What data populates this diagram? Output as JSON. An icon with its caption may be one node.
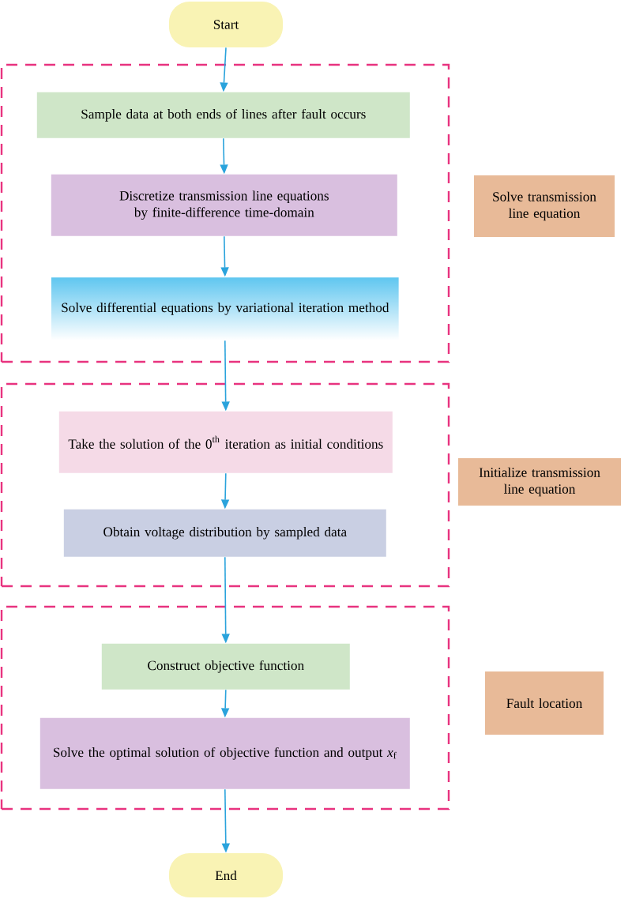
{
  "diagram": {
    "nodes": [
      {
        "text": [
          "Start"
        ]
      },
      {
        "text": [],
        "shape": "box"
      },
      {
        "text": [
          "Sample data at both ends of lines after fault occurs"
        ],
        "in": 1
      },
      {
        "text": [
          "Discretize transmission line equations by finite-difference time-domain"
        ],
        "in": 1
      },
      {
        "text": [
          "Solve differential equations by variational iteration method"
        ],
        "in": 1
      },
      {
        "text": [
          "Solve transmission line equation"
        ]
      },
      {
        "text": [],
        "shape": "box"
      },
      {
        "text": [
          "Take the solution of the 0$^{th}$ iteration as initial conditions"
        ],
        "in": 6
      },
      {
        "text": [
          "Obtain voltage distribution by sampled data"
        ],
        "in": 6
      },
      {
        "text": [
          "Initialize transmission line equation"
        ]
      },
      {
        "text": [],
        "shape": "box"
      },
      {
        "text": [
          "Construct objective function"
        ],
        "in": 10
      },
      {
        "text": [
          "Solve the optimal solution of objective function and output *x*$_{f}$"
        ],
        "in": 10
      },
      {
        "text": [
          "Fault location"
        ]
      },
      {
        "text": [
          "End"
        ]
      }
    ],
    "edges": [
      {
        "from": 0,
        "to": 2,
        "arrow": "to"
      },
      {
        "from": 2,
        "to": 3,
        "arrow": "to"
      },
      {
        "from": 3,
        "to": 4,
        "arrow": "to"
      },
      {
        "from": 4,
        "to": 7,
        "arrow": "to"
      },
      {
        "from": 7,
        "to": 8,
        "arrow": "to"
      },
      {
        "from": 8,
        "to": 11,
        "arrow": "to"
      },
      {
        "from": 11,
        "to": 12,
        "arrow": "to"
      },
      {
        "from": 12,
        "to": 14,
        "arrow": "to"
      }
    ]
  }
}
